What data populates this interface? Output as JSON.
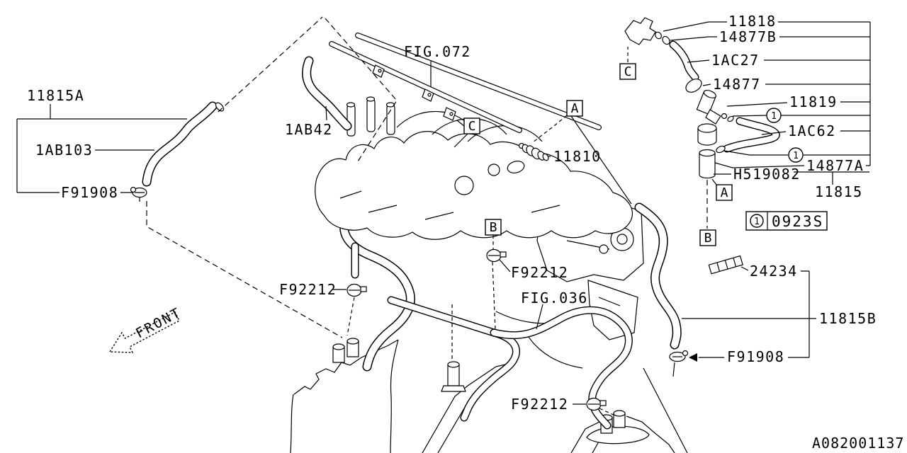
{
  "drawing_number": "A082001137",
  "front_label": "FRONT",
  "figure_refs": {
    "intake": "FIG.072",
    "pcv": "FIG.036"
  },
  "legend": {
    "symbol": "1",
    "code": "0923S"
  },
  "callouts": {
    "a": "A",
    "b": "B",
    "c": "C",
    "circled_one": "1"
  },
  "labels": {
    "11815A": "11815A",
    "1AB103": "1AB103",
    "F91908": "F91908",
    "1AB42": "1AB42",
    "11810": "11810",
    "11818": "11818",
    "14877B": "14877B",
    "1AC27": "1AC27",
    "14877": "14877",
    "11819": "11819",
    "1AC62": "1AC62",
    "14877A": "14877A",
    "H519082": "H519082",
    "11815": "11815",
    "F92212": "F92212",
    "24234": "24234",
    "11815B": "11815B"
  },
  "colors": {
    "line": "#000000",
    "background": "#ffffff"
  }
}
